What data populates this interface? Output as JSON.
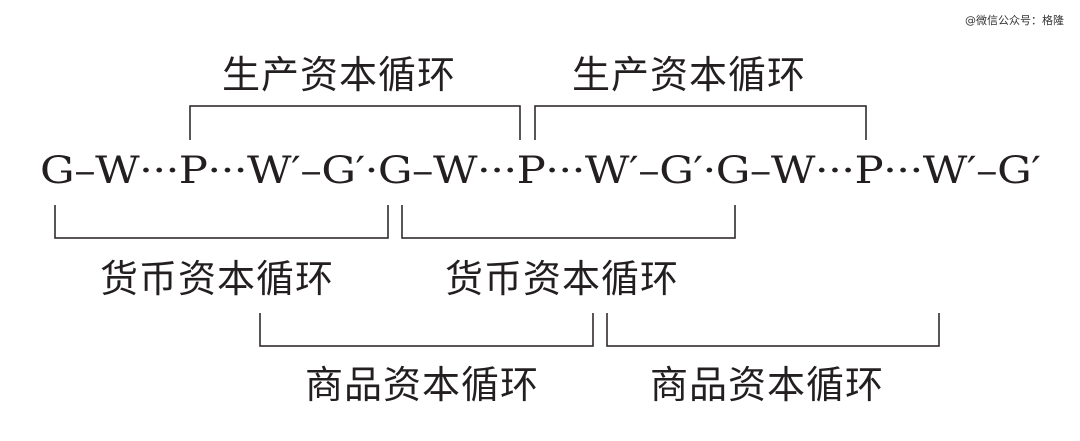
{
  "watermark": "@微信公众号：格隆",
  "formula": "G–W···P···W′–G′·G–W···P···W′–G′·G–W···P···W′–G′",
  "labels": {
    "production_1": "生产资本循环",
    "production_2": "生产资本循环",
    "money_1": "货币资本循环",
    "money_2": "货币资本循环",
    "commodity_1": "商品资本循环",
    "commodity_2": "商品资本循环"
  }
}
